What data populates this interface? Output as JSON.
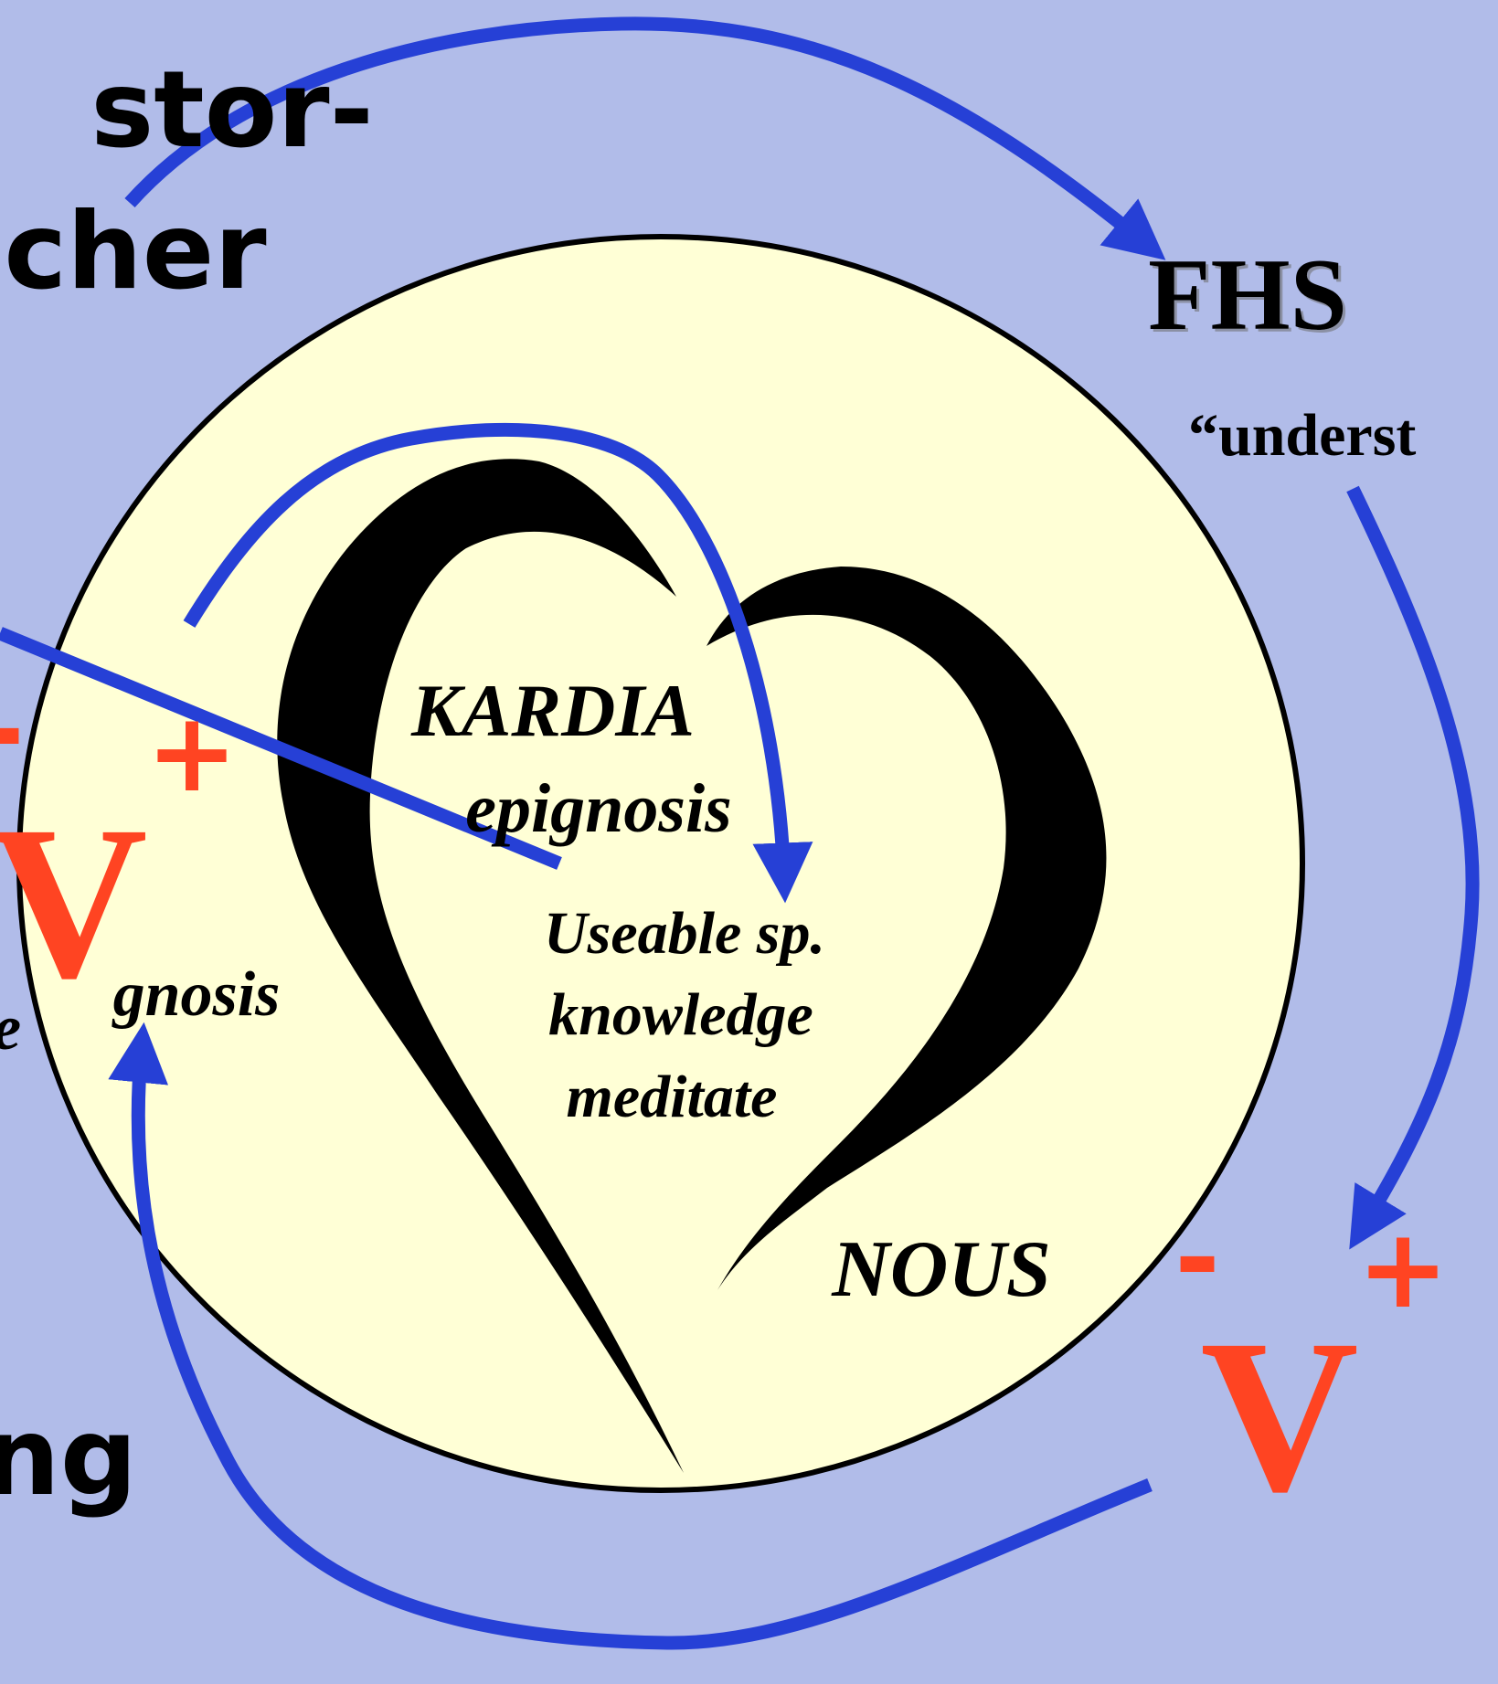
{
  "labels": {
    "pastor": "stor-",
    "teacher": "cher",
    "learning": "ng",
    "fhs": "FHS",
    "understand": "“underst",
    "kardia": "KARDIA",
    "epignosis": "epignosis",
    "useable": "Useable sp.",
    "knowledge": "knowledge",
    "meditate": "meditate",
    "gnosis": "gnosis",
    "nous": "NOUS",
    "partial_e": "e",
    "v_left": "V",
    "v_right": "V",
    "plus_left": "+",
    "minus_left": "-",
    "plus_right": "+",
    "minus_right": "-"
  },
  "colors": {
    "background": "#b1bce9",
    "circle_fill": "#ffffd6",
    "arrow": "#2640d6",
    "accent": "#ff4422",
    "ink": "#000000"
  }
}
